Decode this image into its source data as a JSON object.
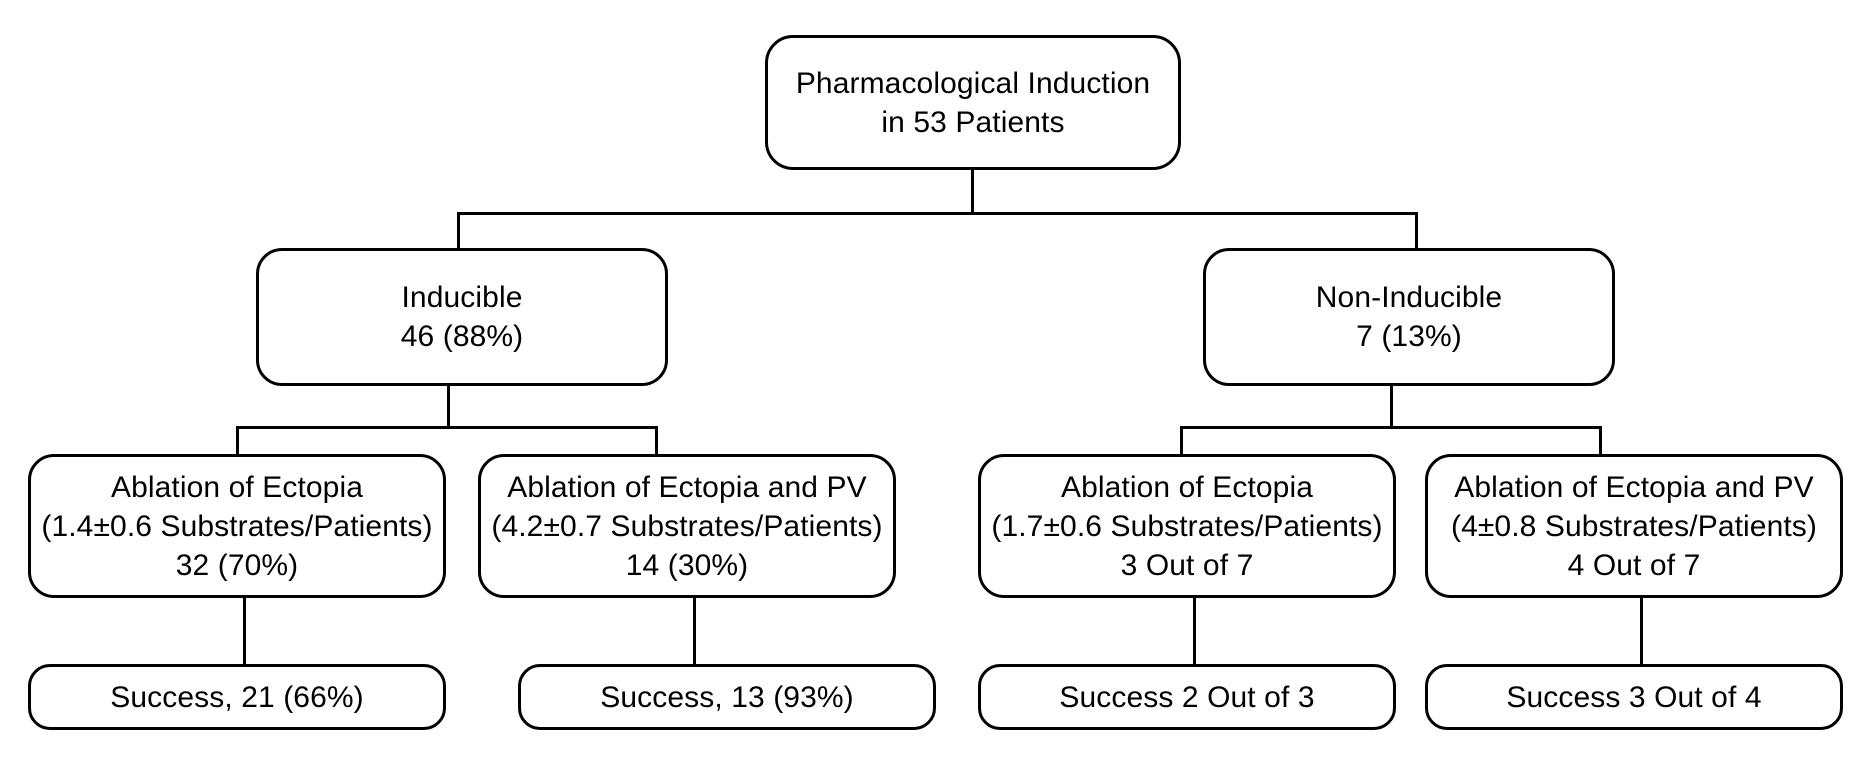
{
  "diagram": {
    "title": "Pharmacological Induction Outcome Flowchart",
    "background_color": "#ffffff",
    "line_color": "#000000",
    "text_color": "#000000",
    "nodes": {
      "root": {
        "id": "pharmacological-induction",
        "text": "Pharmacological Induction\nin 53 Patients",
        "line1": "Pharmacological Induction",
        "line2": "in 53 Patients"
      },
      "inducible": {
        "id": "inducible",
        "text": "Inducible\n46 (88%)",
        "line1": "Inducible",
        "line2": "46 (88%)",
        "count": 46,
        "percent": "88%"
      },
      "non_inducible": {
        "id": "non-inducible",
        "text": "Non-Inducible\n7 (13%)",
        "line1": "Non-Inducible",
        "line2": "7 (13%)",
        "count": 7,
        "percent": "13%"
      },
      "ind_ectopia": {
        "id": "inducible-ablation-of-ectopia",
        "text": "Ablation of Ectopia\n(1.4±0.6 Substrates/Patients)\n32 (70%)",
        "line1": "Ablation of Ectopia",
        "line2": "(1.4±0.6 Substrates/Patients)",
        "line3": "32 (70%)",
        "substrates_mean": 1.4,
        "substrates_sd": 0.6,
        "count": 32,
        "percent": "70%"
      },
      "ind_ectopia_pv": {
        "id": "inducible-ablation-of-ectopia-and-pv",
        "text": "Ablation of Ectopia and PV\n(4.2±0.7 Substrates/Patients)\n14 (30%)",
        "line1": "Ablation of Ectopia and PV",
        "line2": "(4.2±0.7 Substrates/Patients)",
        "line3": "14 (30%)",
        "substrates_mean": 4.2,
        "substrates_sd": 0.7,
        "count": 14,
        "percent": "30%"
      },
      "non_ectopia": {
        "id": "non-inducible-ablation-of-ectopia",
        "text": "Ablation of Ectopia\n(1.7±0.6 Substrates/Patients)\n3 Out of 7",
        "line1": "Ablation of Ectopia",
        "line2": "(1.7±0.6 Substrates/Patients)",
        "line3": "3 Out of 7",
        "substrates_mean": 1.7,
        "substrates_sd": 0.6,
        "count": 3,
        "denominator": 7
      },
      "non_ectopia_pv": {
        "id": "non-inducible-ablation-of-ectopia-and-pv",
        "text": "Ablation of Ectopia and PV\n(4±0.8 Substrates/Patients)\n4 Out of 7",
        "line1": "Ablation of Ectopia and PV",
        "line2": "(4±0.8 Substrates/Patients)",
        "line3": "4 Out of 7",
        "substrates_mean": 4,
        "substrates_sd": 0.8,
        "count": 4,
        "denominator": 7
      },
      "success_1": {
        "id": "success-inducible-ectopia",
        "text": "Success, 21 (66%)",
        "count": 21,
        "percent": "66%"
      },
      "success_2": {
        "id": "success-inducible-ectopia-pv",
        "text": "Success, 13 (93%)",
        "count": 13,
        "percent": "93%"
      },
      "success_3": {
        "id": "success-non-inducible-ectopia",
        "text": "Success 2 Out of 3",
        "count": 2,
        "denominator": 3
      },
      "success_4": {
        "id": "success-non-inducible-ectopia-pv",
        "text": "Success 3 Out of 4",
        "count": 3,
        "denominator": 4
      }
    }
  }
}
